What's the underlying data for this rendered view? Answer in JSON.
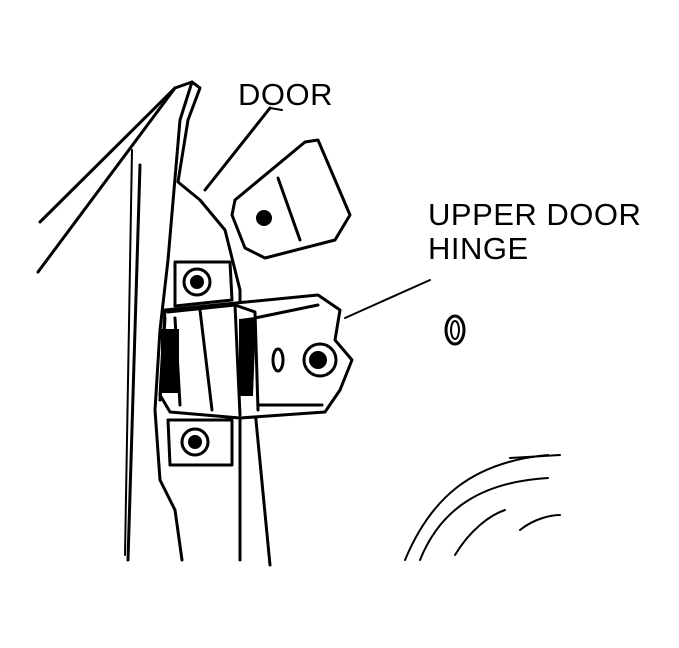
{
  "labels": {
    "door": "DOOR",
    "hinge_line1": "UPPER DOOR",
    "hinge_line2": "HINGE"
  },
  "colors": {
    "ink": "#000000",
    "background": "#ffffff"
  }
}
